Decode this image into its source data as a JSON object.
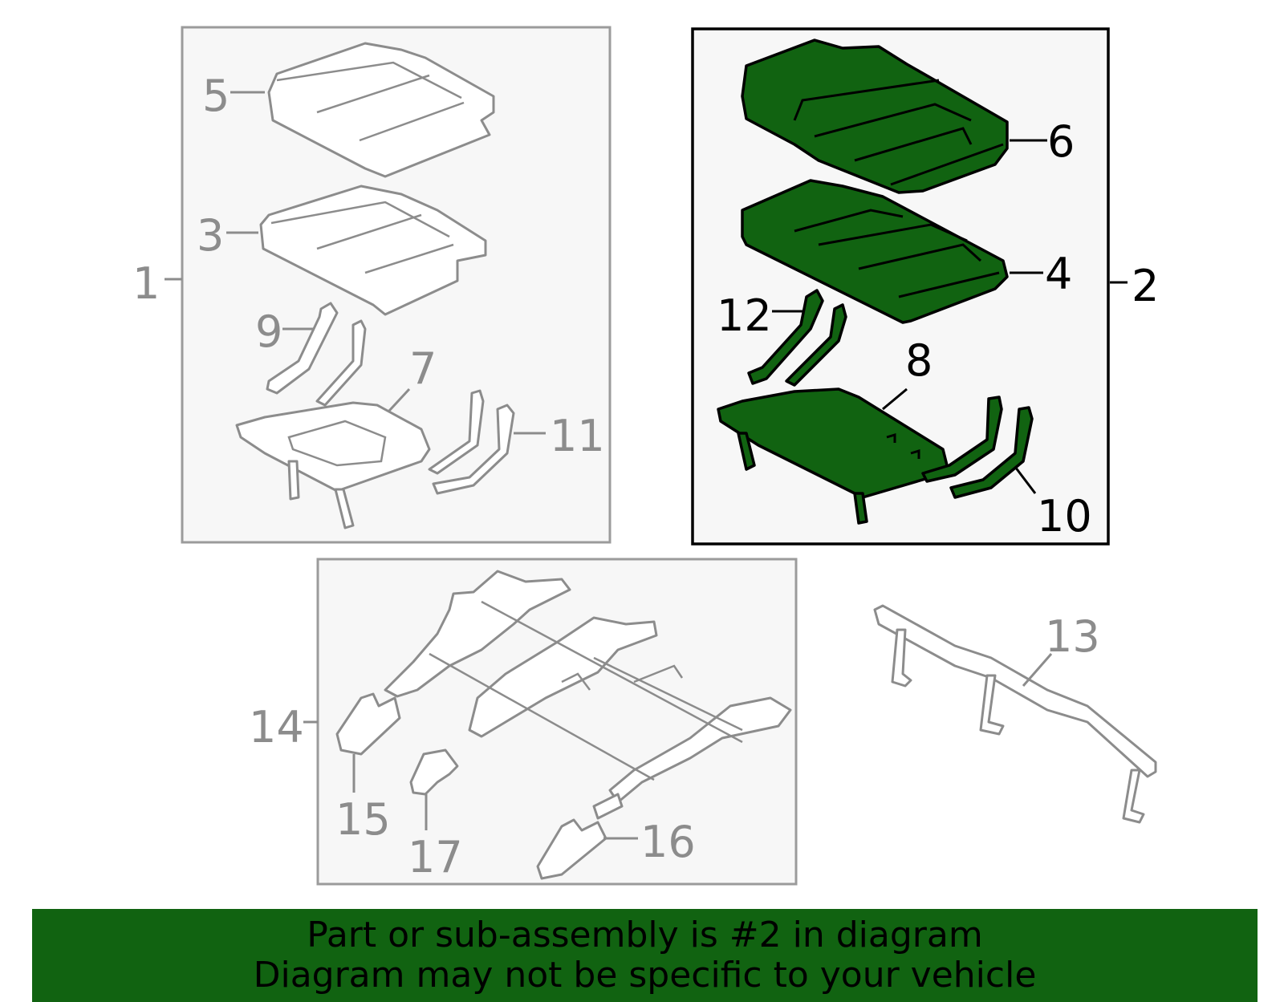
{
  "diagram": {
    "callouts": {
      "c1": "1",
      "c2": "2",
      "c3": "3",
      "c4": "4",
      "c5": "5",
      "c6": "6",
      "c7": "7",
      "c8": "8",
      "c9": "9",
      "c10": "10",
      "c11": "11",
      "c12": "12",
      "c13": "13",
      "c14": "14",
      "c15": "15",
      "c16": "16",
      "c17": "17"
    },
    "highlight_color": "#116311",
    "muted_color": "#8c8c8c",
    "panel_fill": "#f7f7f7"
  },
  "banner": {
    "line1": "Part or sub-assembly is #2 in diagram",
    "line2": "Diagram may not be specific to your vehicle",
    "background": "#116311"
  }
}
